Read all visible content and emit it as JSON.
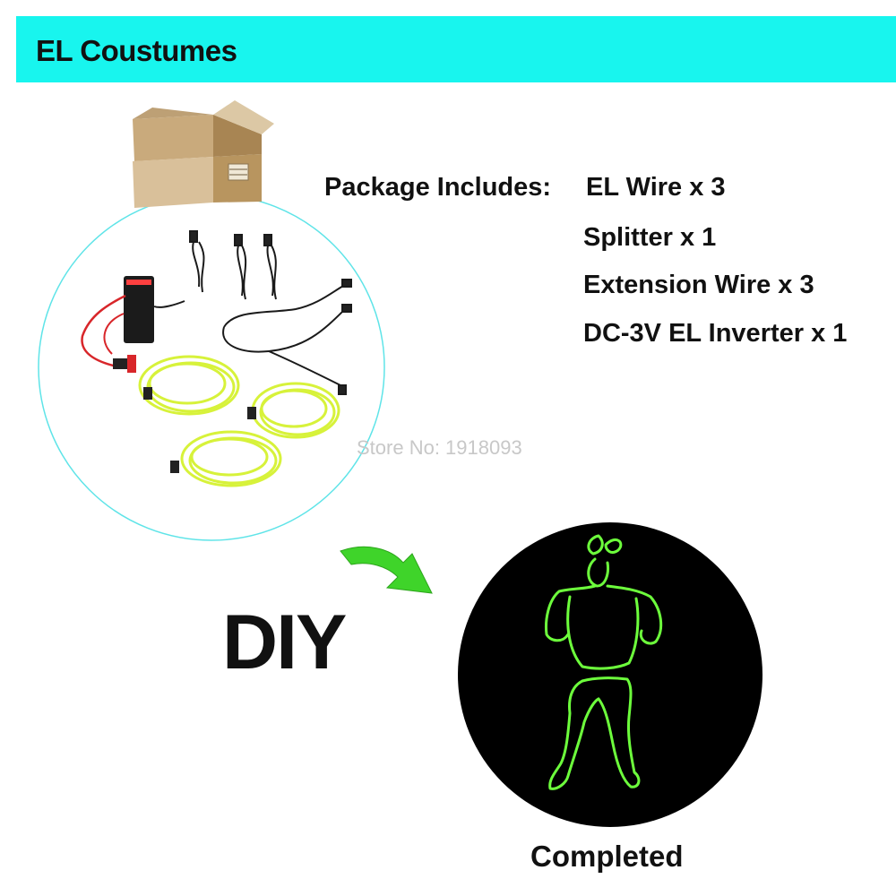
{
  "header": {
    "title": "EL Coustumes",
    "background": "#18f5ee"
  },
  "package": {
    "label": "Package Includes:",
    "items": [
      "EL Wire x 3",
      "Splitter x 1",
      "Extension Wire x 3",
      "DC-3V EL Inverter x 1"
    ]
  },
  "store": {
    "text": "Store No: 1918093"
  },
  "diy": {
    "text": "DIY"
  },
  "completed": {
    "label": "Completed"
  },
  "colors": {
    "el_wire": "#d7f23a",
    "glow_wire": "#6dff3c",
    "circle_outline": "#5fe4e8",
    "arrow": "#3fd42a"
  },
  "icons": {
    "box": "cardboard-box-icon",
    "arrow": "curved-arrow-icon",
    "figure": "el-wire-stick-figure-icon"
  }
}
